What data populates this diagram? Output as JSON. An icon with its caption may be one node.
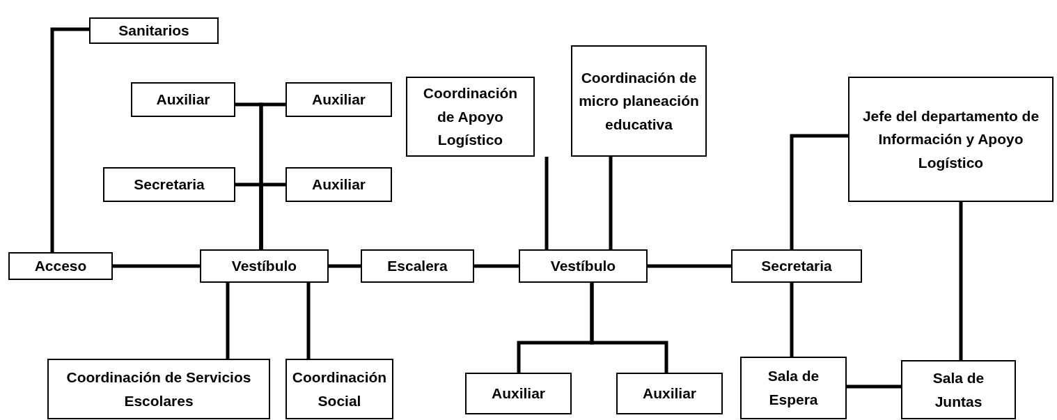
{
  "diagram": {
    "nodes": [
      {
        "text": [
          "Sanitarios"
        ]
      },
      {
        "text": [
          "Auxiliar"
        ]
      },
      {
        "text": [
          "Auxiliar"
        ]
      },
      {
        "text": [
          "Secretaria"
        ]
      },
      {
        "text": [
          "Auxiliar"
        ]
      },
      {
        "text": [
          "Coordinación de Apoyo Logístico"
        ]
      },
      {
        "text": [
          "Coordinación de micro planeación educativa"
        ]
      },
      {
        "text": [
          "Jefe del departamento de Información y Apoyo Logístico"
        ]
      },
      {
        "text": [
          "Acceso"
        ]
      },
      {
        "text": [
          "Vestíbulo"
        ]
      },
      {
        "text": [
          "Escalera"
        ]
      },
      {
        "text": [
          "Vestíbulo"
        ]
      },
      {
        "text": [
          "Secretaria"
        ]
      },
      {
        "text": [
          "Coordinación de Servicios Escolares"
        ]
      },
      {
        "text": [
          "Coordinación Social"
        ]
      },
      {
        "text": [
          "Sala de Espera"
        ]
      },
      {
        "text": [
          "Sala de Juntas"
        ]
      },
      {
        "text": [
          "Auxiliar"
        ]
      },
      {
        "text": [
          "Auxiliar"
        ]
      }
    ],
    "edges": [
      {
        "from": 8,
        "to": 0,
        "arrow": "none"
      },
      {
        "from": 9,
        "to": 1,
        "arrow": "none"
      },
      {
        "from": 9,
        "to": 2,
        "arrow": "none"
      },
      {
        "from": 9,
        "to": 3,
        "arrow": "none"
      },
      {
        "from": 9,
        "to": 4,
        "arrow": "none"
      },
      {
        "from": 8,
        "to": 9,
        "arrow": "none"
      },
      {
        "from": 9,
        "to": 13,
        "arrow": "none"
      },
      {
        "from": 9,
        "to": 14,
        "arrow": "none"
      },
      {
        "from": 9,
        "to": 10,
        "arrow": "none"
      },
      {
        "from": 10,
        "to": 11,
        "arrow": "none"
      },
      {
        "from": 11,
        "to": 5,
        "arrow": "none"
      },
      {
        "from": 11,
        "to": 6,
        "arrow": "none"
      },
      {
        "from": 11,
        "to": 17,
        "arrow": "none"
      },
      {
        "from": 11,
        "to": 18,
        "arrow": "none"
      },
      {
        "from": 11,
        "to": 12,
        "arrow": "none"
      },
      {
        "from": 12,
        "to": 7,
        "arrow": "none"
      },
      {
        "from": 12,
        "to": 15,
        "arrow": "none"
      },
      {
        "from": 15,
        "to": 16,
        "arrow": "none"
      },
      {
        "from": 7,
        "to": 16,
        "arrow": "none"
      }
    ]
  }
}
